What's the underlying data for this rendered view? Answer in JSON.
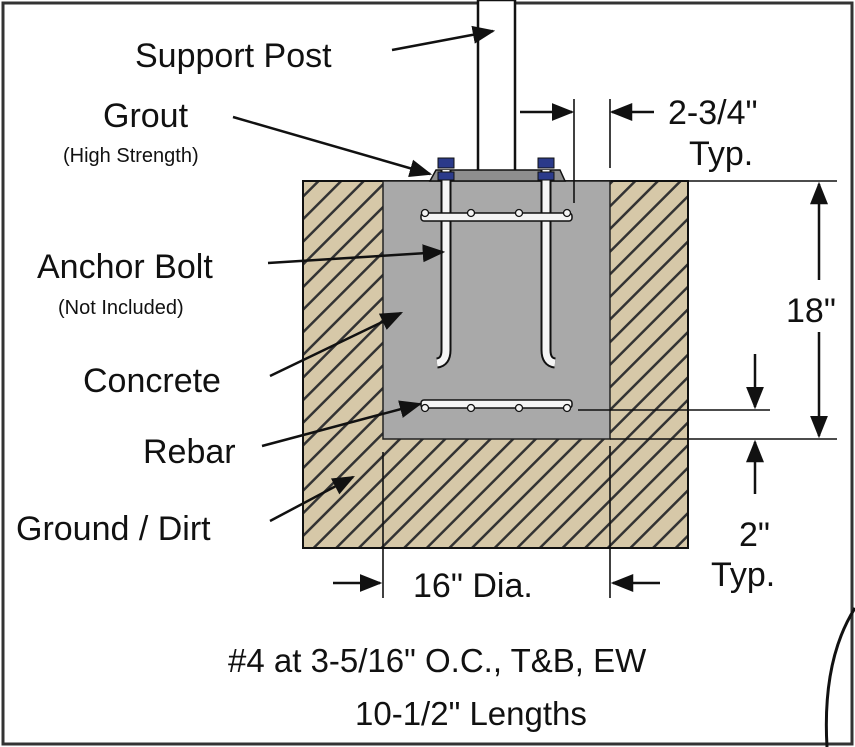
{
  "labels": {
    "support_post": "Support Post",
    "grout": "Grout",
    "grout_note": "(High Strength)",
    "anchor_bolt": "Anchor Bolt",
    "anchor_bolt_note": "(Not Included)",
    "concrete": "Concrete",
    "rebar": "Rebar",
    "ground": "Ground / Dirt"
  },
  "dimensions": {
    "edge_distance": "2-3/4\"",
    "edge_distance_note": "Typ.",
    "depth": "18\"",
    "cover": "2\"",
    "cover_note": "Typ.",
    "diameter": "16\" Dia."
  },
  "notes": {
    "rebar_spec": "#4 at 3-5/16\" O.C., T&B, EW",
    "rebar_length": "10-1/2\" Lengths"
  },
  "colors": {
    "dirt": "#d6c8a8",
    "hatch": "#333333",
    "concrete": "#a9a9a9",
    "grout": "#8e8e8e",
    "bolt": "#f4f4f4",
    "bolt_hardware": "#2b3a8a",
    "line": "#111111"
  }
}
